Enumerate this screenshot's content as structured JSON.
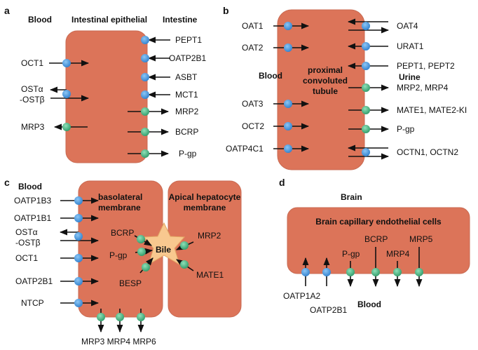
{
  "colors": {
    "cell_fill": "#dc7459",
    "blue_transporter": "#3a8fd9",
    "green_transporter": "#3fb27f",
    "bile_star": "#f8c88f"
  },
  "panel_a": {
    "letter": "a",
    "blood": "Blood",
    "cell_label": "Intestinal epithelial",
    "intestine": "Intestine",
    "transporters": {
      "pept1": "PEPT1",
      "oatp2b1": "OATP2B1",
      "asbt": "ASBT",
      "mct1": "MCT1",
      "mrp2": "MRP2",
      "bcrp": "BCRP",
      "pgp": "P-gp",
      "oct1": "OCT1",
      "ost_a": "OSTα",
      "ost_b": "-OSTβ",
      "mrp3": "MRP3"
    }
  },
  "panel_b": {
    "letter": "b",
    "blood": "Blood",
    "urine": "Urine",
    "cell_label_1": "proximal",
    "cell_label_2": "convoluted",
    "cell_label_3": "tubule",
    "transporters": {
      "oat1": "OAT1",
      "oat2": "OAT2",
      "oat3": "OAT3",
      "oct2": "OCT2",
      "oatp4c1": "OATP4C1",
      "oat4": "OAT4",
      "urat1": "URAT1",
      "pept": "PEPT1, PEPT2",
      "mrp": "MRP2, MRP4",
      "mate": "MATE1, MATE2-KI",
      "pgp": "P-gp",
      "octn": "OCTN1, OCTN2"
    }
  },
  "panel_c": {
    "letter": "c",
    "blood": "Blood",
    "baso_1": "basolateral",
    "baso_2": "membrane",
    "apical_1": "Apical hepatocyte",
    "apical_2": "membrane",
    "bile": "Bile",
    "transporters": {
      "oatp1b3": "OATP1B3",
      "oatp1b1": "OATP1B1",
      "ost_a": "OSTα",
      "ost_b": "-OSTβ",
      "oct1": "OCT1",
      "oatp2b1": "OATP2B1",
      "ntcp": "NTCP",
      "bcrp": "BCRP",
      "pgp": "P-gp",
      "besp": "BESP",
      "mrp2": "MRP2",
      "mate1": "MATE1",
      "bottom": "MRP3 MRP4 MRP6"
    }
  },
  "panel_d": {
    "letter": "d",
    "brain": "Brain",
    "cell_label": "Brain capillary endothelial cells",
    "blood": "Blood",
    "transporters": {
      "oatp1a2": "OATP1A2",
      "oatp2b1": "OATP2B1",
      "pgp": "P-gp",
      "bcrp": "BCRP",
      "mrp4": "MRP4",
      "mrp5": "MRP5"
    }
  }
}
